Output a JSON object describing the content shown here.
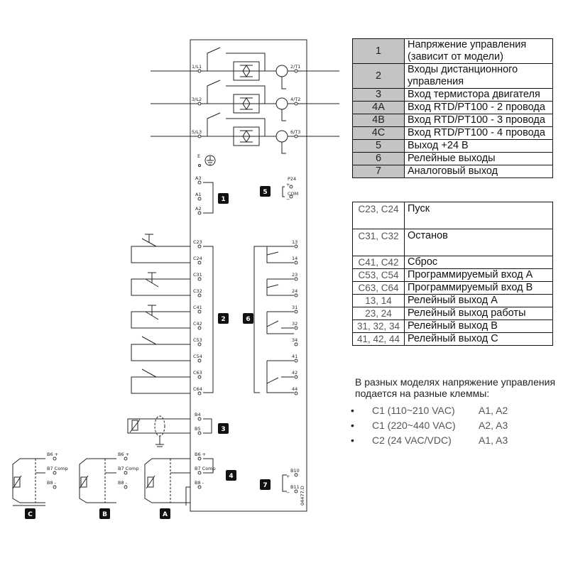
{
  "diagram": {
    "terminals": {
      "power_in": [
        "1/L1",
        "3/L2",
        "5/L3"
      ],
      "power_out": [
        "2/T1",
        "4/T2",
        "6/T3"
      ],
      "earth": "E",
      "supply": [
        "A3",
        "A1",
        "A2"
      ],
      "out24": [
        "P24",
        "COM"
      ],
      "inputs": [
        "C23",
        "C24",
        "C31",
        "C32",
        "C41",
        "C42",
        "C53",
        "C54",
        "C63",
        "C64"
      ],
      "relays": [
        "13",
        "14",
        "23",
        "24",
        "31",
        "32",
        "34",
        "41",
        "42",
        "44"
      ],
      "thermistor": [
        "B4",
        "B5"
      ],
      "rtd": [
        "B6 +",
        "B7 Comp",
        "B8 -"
      ],
      "analog": [
        "B10",
        "B11"
      ],
      "plus_sign": "+",
      "minus_sign": "−"
    },
    "group_badges": {
      "g1": "1",
      "g2": "2",
      "g3": "3",
      "g4": "4",
      "g5": "5",
      "g6": "6",
      "g7": "7"
    },
    "variant_badges": {
      "c": "C",
      "b": "B",
      "a": "A"
    },
    "code": "04477.D"
  },
  "legend_top": [
    {
      "num": "1",
      "desc": "Напряжение управления (зависит от модели)"
    },
    {
      "num": "2",
      "desc": "Входы дистанционного управления"
    },
    {
      "num": "3",
      "desc": "Вход термистора двигателя"
    },
    {
      "num": "4A",
      "desc": "Вход RTD/PT100 - 2 провода"
    },
    {
      "num": "4B",
      "desc": "Вход RTD/PT100 - 3 провода"
    },
    {
      "num": "4C",
      "desc": "Вход RTD/PT100 - 4 провода"
    },
    {
      "num": "5",
      "desc": "Выход +24 В"
    },
    {
      "num": "6",
      "desc": "Релейные выходы"
    },
    {
      "num": "7",
      "desc": "Аналоговый выход"
    }
  ],
  "legend_bottom": [
    {
      "num": "C23, C24",
      "desc": "Пуск"
    },
    {
      "num": "C31, C32",
      "desc": "Останов"
    },
    {
      "num": "C41, C42",
      "desc": "Сброс"
    },
    {
      "num": "C53, C54",
      "desc": "Программируемый вход A"
    },
    {
      "num": "C63, C64",
      "desc": "Программируемый вход B"
    },
    {
      "num": "13, 14",
      "desc": "Релейный выход A"
    },
    {
      "num": "23, 24",
      "desc": "Релейный выход работы"
    },
    {
      "num": "31, 32, 34",
      "desc": "Релейный выход B"
    },
    {
      "num": "41, 42, 44",
      "desc": "Релейный выход C"
    }
  ],
  "note": "В разных моделях напряжение управления подается на разные клеммы:",
  "models": [
    {
      "supply": "C1 (110~210 VAC)",
      "terminals": "A1, A2"
    },
    {
      "supply": "C1 (220~440 VAC)",
      "terminals": "A2, A3"
    },
    {
      "supply": "C2 (24 VAC/VDC)",
      "terminals": "A1, A3"
    }
  ]
}
